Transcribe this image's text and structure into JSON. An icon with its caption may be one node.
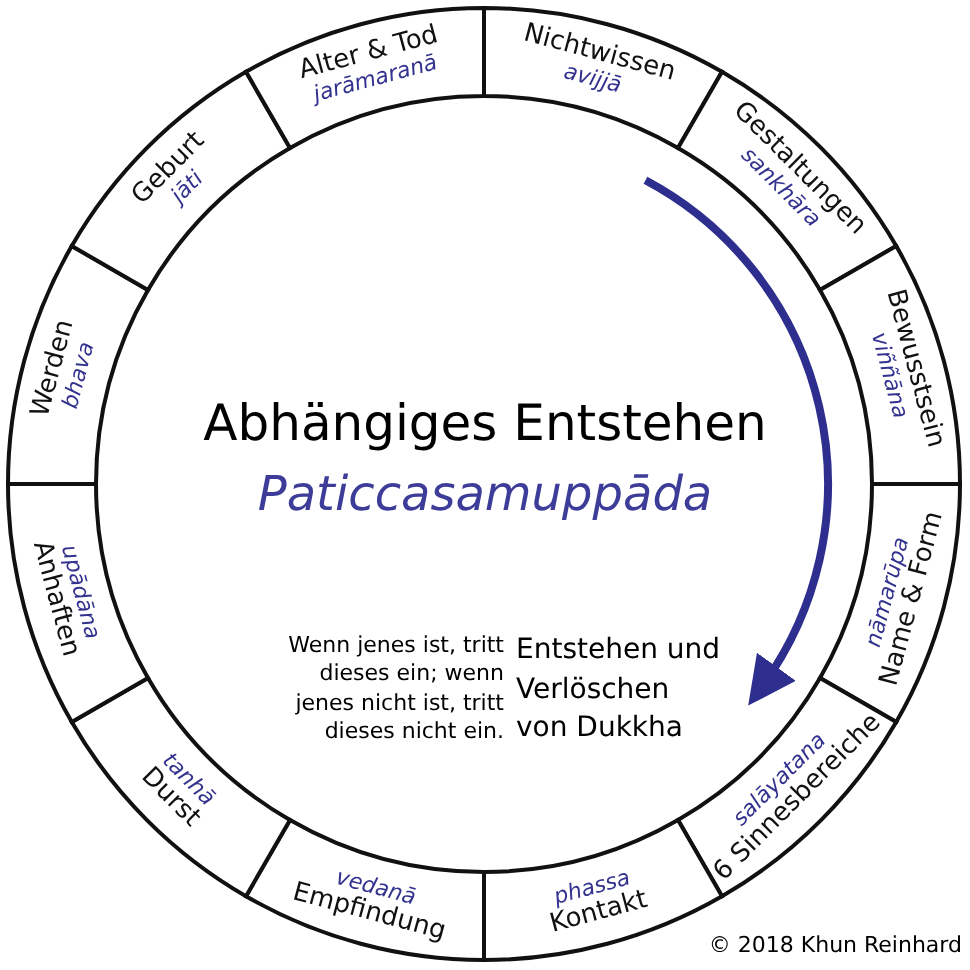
{
  "diagram": {
    "title": "Abhängiges Entstehen",
    "nodes": [
      {
        "text": [
          "Nichtwissen",
          "avijjā"
        ]
      },
      {
        "text": [
          "Gestaltungen",
          "sankhāra"
        ]
      },
      {
        "text": [
          "Bewusstsein",
          "viññāna"
        ]
      },
      {
        "text": [
          "Name & Form",
          "nāmarūpa"
        ]
      },
      {
        "text": [
          "6 Sinnesbereiche",
          "salāyatana"
        ]
      },
      {
        "text": [
          "Kontakt",
          "phassa"
        ]
      },
      {
        "text": [
          "Empfindung",
          "vedanā"
        ]
      },
      {
        "text": [
          "Durst",
          "tanhā"
        ]
      },
      {
        "text": [
          "Anhaften",
          "upādāna"
        ]
      },
      {
        "text": [
          "Werden",
          "bhava"
        ]
      },
      {
        "text": [
          "Geburt",
          "jāti"
        ]
      },
      {
        "text": [
          "Alter & Tod",
          "jarāmaranā"
        ]
      }
    ],
    "labels": [
      "Paticcasamuppāda",
      "Wenn jenes ist, tritt dieses ein; wenn jenes nicht ist, tritt dieses nicht ein.",
      "Entstehen und Verlöschen von Dukkha",
      "© 2018 Khun Reinhard"
    ]
  }
}
